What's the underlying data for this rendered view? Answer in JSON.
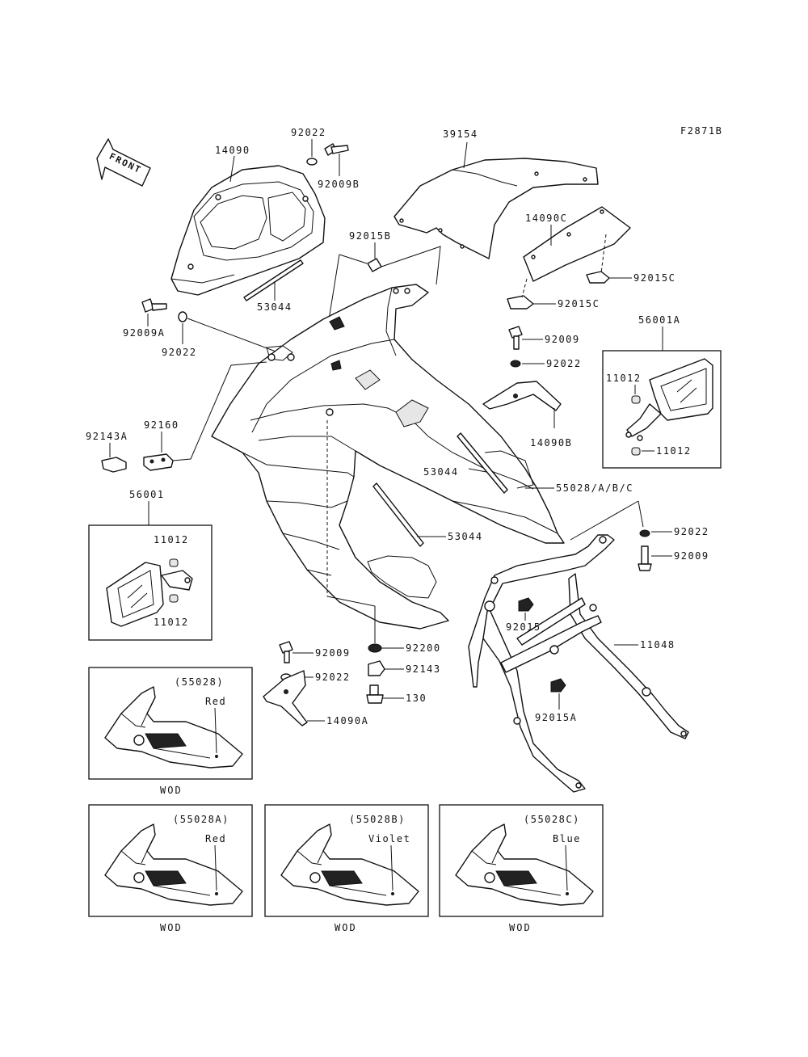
{
  "figure_code": "F2871B",
  "front_arrow": "FRONT",
  "labels": {
    "p14090": "14090",
    "p92022_top": "92022",
    "p92009b": "92009B",
    "p39154": "39154",
    "p92015b": "92015B",
    "p14090c": "14090C",
    "p92015c_a": "92015C",
    "p92015c_b": "92015C",
    "p53044_top": "53044",
    "p92009a": "92009A",
    "p92022_left": "92022",
    "p92009_r": "92009",
    "p92022_r": "92022",
    "p56001a": "56001A",
    "p11012_a": "11012",
    "p11012_b": "11012",
    "p14090b": "14090B",
    "p92143a": "92143A",
    "p92160": "92160",
    "p53044_mid": "53044",
    "p55028abc": "55028/A/B/C",
    "p56001": "56001",
    "p11012_c": "11012",
    "p11012_d": "11012",
    "p53044_low": "53044",
    "p92022_rr": "92022",
    "p92009_rr": "92009",
    "p92015": "92015",
    "p11048": "11048",
    "p92009_c": "92009",
    "p92022_c": "92022",
    "p92200": "92200",
    "p92143": "92143",
    "p130": "130",
    "p14090a": "14090A",
    "p92015a": "92015A"
  },
  "variants": [
    {
      "code": "(55028)",
      "color": "Red",
      "note": "WOD"
    },
    {
      "code": "(55028A)",
      "color": "Red",
      "note": "WOD"
    },
    {
      "code": "(55028B)",
      "color": "Violet",
      "note": "WOD"
    },
    {
      "code": "(55028C)",
      "color": "Blue",
      "note": "WOD"
    }
  ]
}
